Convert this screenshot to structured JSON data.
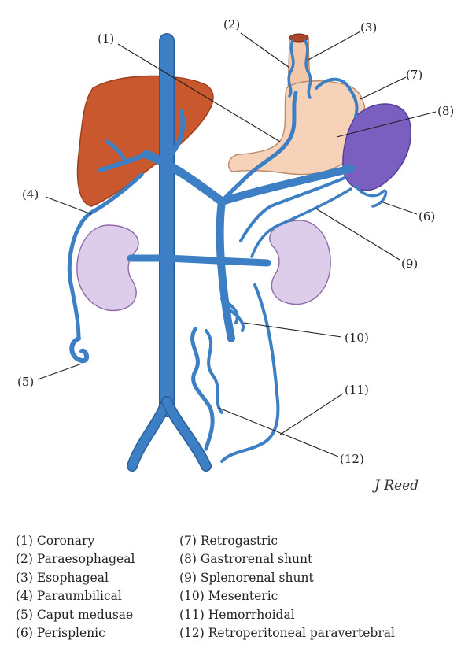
{
  "labels": [
    {
      "id": "1",
      "text": "(1)"
    },
    {
      "id": "2",
      "text": "(2)"
    },
    {
      "id": "3",
      "text": "(3)"
    },
    {
      "id": "4",
      "text": "(4)"
    },
    {
      "id": "5",
      "text": "(5)"
    },
    {
      "id": "6",
      "text": "(6)"
    },
    {
      "id": "7",
      "text": "(7)"
    },
    {
      "id": "8",
      "text": "(8)"
    },
    {
      "id": "9",
      "text": "(9)"
    },
    {
      "id": "10",
      "text": "(10)"
    },
    {
      "id": "11",
      "text": "(11)"
    },
    {
      "id": "12",
      "text": "(12)"
    }
  ],
  "signature": "J Reed",
  "legend": {
    "left": [
      "(1) Coronary",
      "(2) Paraesophageal",
      "(3) Esophageal",
      "(4) Paraumbilical",
      "(5) Caput medusae",
      "(6) Perisplenic"
    ],
    "right": [
      "(7) Retrogastric",
      "(8) Gastrorenal shunt",
      "(9) Splenorenal shunt",
      "(10) Mesenteric",
      "(11) Hemorrhoidal",
      "(12) Retroperitoneal paravertebral"
    ]
  },
  "colors": {
    "vein": "#3d7fc4",
    "liver": "#c9582e",
    "stomach": "#f6d2b8",
    "spleen": "#7b5fc0",
    "kidney": "#ddcdea"
  }
}
